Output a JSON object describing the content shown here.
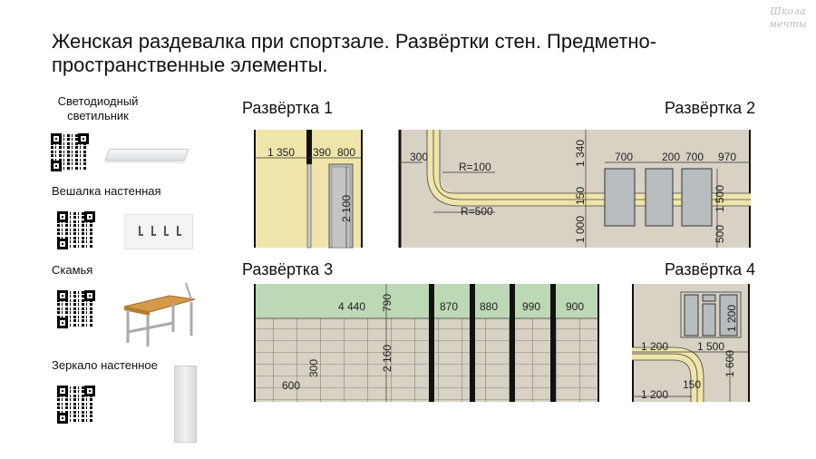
{
  "title": "Женская раздевалка при спортзале. Развёртки стен. Предметно-пространственные элементы.",
  "logo": {
    "line1": "Школа",
    "line2": "мечты"
  },
  "items": [
    {
      "label": "Светодиодный светильник",
      "icon": "led-lamp"
    },
    {
      "label": "Вешалка настенная",
      "icon": "wall-hanger"
    },
    {
      "label": "Скамья",
      "icon": "bench"
    },
    {
      "label": "Зеркало настенное",
      "icon": "wall-mirror"
    }
  ],
  "elevations": {
    "e1": {
      "title": "Развёртка 1",
      "dims": [
        "1 350",
        "390",
        "800",
        "2 100"
      ]
    },
    "e2": {
      "title": "Развёртка 2",
      "dims": [
        "300",
        "R=100",
        "R=500",
        "1 340",
        "150",
        "1 000",
        "700",
        "200",
        "700",
        "970",
        "1 500",
        "500"
      ]
    },
    "e3": {
      "title": "Развёртка 3",
      "dims": [
        "4 440",
        "790",
        "870",
        "880",
        "990",
        "900",
        "2 160",
        "300",
        "600"
      ]
    },
    "e4": {
      "title": "Развёртка 4",
      "dims": [
        "1 200",
        "1 200",
        "1 500",
        "1 600",
        "1 200",
        "150"
      ]
    }
  },
  "colors": {
    "yellow": "#efe5aa",
    "beige": "#d8d2c5",
    "green": "#bcd9b5",
    "grey": "#b7bcbf"
  }
}
